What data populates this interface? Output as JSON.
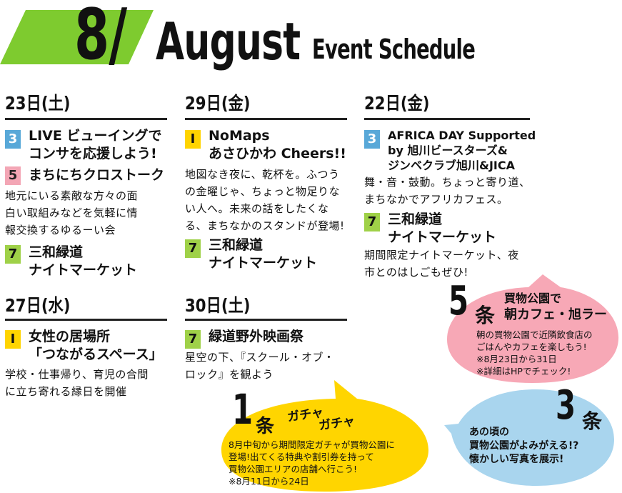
{
  "header": {
    "month_num": "8/",
    "month_name": "August",
    "subtitle": "Event Schedule"
  },
  "colors": {
    "green_bar": "#7ecb2f",
    "blue_badge": "#58a8d8",
    "pink_badge": "#f3a6b5",
    "green_badge": "#9fd148",
    "yellow_badge": "#ffd400",
    "pink_bubble": "#f7a8b6",
    "yellow_bubble": "#ffd500",
    "blue_bubble": "#a9d5ee"
  },
  "days": {
    "d23": {
      "date": "23日(土)",
      "e1": {
        "badge": "3",
        "title1": "LIVE ビューイングで",
        "title2": "コンサを応援しよう!"
      },
      "e2": {
        "badge": "5",
        "title1": "まちにちクロストーク",
        "desc1": "地元にいる素敵な方々の面",
        "desc2": "白い取組みなどを気軽に情",
        "desc3": "報交換するゆるーい会"
      },
      "e3": {
        "badge": "7",
        "title1": "三和緑道",
        "title2": "ナイトマーケット"
      }
    },
    "d29": {
      "date": "29日(金)",
      "e1": {
        "badge": "I",
        "title1": "NoMaps",
        "title2": "あさひかわ Cheers!!",
        "desc1": "地図なき夜に、乾杯を。ふつう",
        "desc2": "の金曜じゃ、ちょっと物足りな",
        "desc3": "い人へ。未来の話をしたくな",
        "desc4": "る、まちなかのスタンドが登場!"
      },
      "e2": {
        "badge": "7",
        "title1": "三和緑道",
        "title2": "ナイトマーケット"
      }
    },
    "d22": {
      "date": "22日(金)",
      "e1": {
        "badge": "3",
        "title1": "AFRICA DAY Supported",
        "title2": "by 旭川ビースターズ&",
        "title3": "ジンベクラブ旭川&JICA",
        "desc1": "舞・音・鼓動。ちょっと寄り道、",
        "desc2": "まちなかでアフリカフェス。"
      },
      "e2": {
        "badge": "7",
        "title1": "三和緑道",
        "title2": "ナイトマーケット",
        "desc1": "期間限定ナイトマーケット、夜",
        "desc2": "市とのはしごもぜひ!"
      }
    },
    "d27": {
      "date": "27日(水)",
      "e1": {
        "badge": "I",
        "title1": "女性の居場所",
        "title2": "「つながるスペース」",
        "desc1": "学校・仕事帰り、育児の合間",
        "desc2": "に立ち寄れる縁日を開催"
      }
    },
    "d30": {
      "date": "30日(土)",
      "e1": {
        "badge": "7",
        "title1": "緑道野外映画祭",
        "desc1": "星空の下、『スクール・オブ・",
        "desc2": "ロック』を観よう"
      }
    }
  },
  "bubbles": {
    "b5": {
      "num": "5",
      "jo": "条",
      "title1": "買物公園で",
      "title2": "朝カフェ・旭ラー",
      "t1": "朝の買物公園で近隣飲食店の",
      "t2": "ごはんやカフェを楽しもう!",
      "t3": "※8月23日から31日",
      "t4": "※詳細はHPでチェック!"
    },
    "b1": {
      "num": "1",
      "jo": "条",
      "title1": "ガチャ",
      "title2": "ガチャ",
      "t1": "8月中旬から期間限定ガチャが買物公園に",
      "t2": "登場!出てくる特典や割引券を持って",
      "t3": "買物公園エリアの店舗へ行こう!",
      "t4": "※8月11日から24日"
    },
    "b3": {
      "num": "3",
      "jo": "条",
      "t1": "あの頃の",
      "t2": "買物公園がよみがえる!?",
      "t3": "懐かしい写真を展示!"
    }
  }
}
